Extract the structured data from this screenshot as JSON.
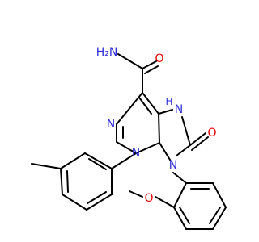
{
  "molecule": {
    "colors": {
      "carbon_bond": "#000000",
      "nitrogen": "#2f2fdc",
      "oxygen": "#e00000",
      "background": "#ffffff"
    },
    "labels": {
      "amide_n": "H₂N",
      "amide_o": "O",
      "nh_n": "N",
      "nh_h": "H",
      "carbonyl_o": "O",
      "ring_n_left": "N",
      "ring_n_bottom": "N",
      "n9": "N",
      "methoxy_o": "O"
    }
  }
}
